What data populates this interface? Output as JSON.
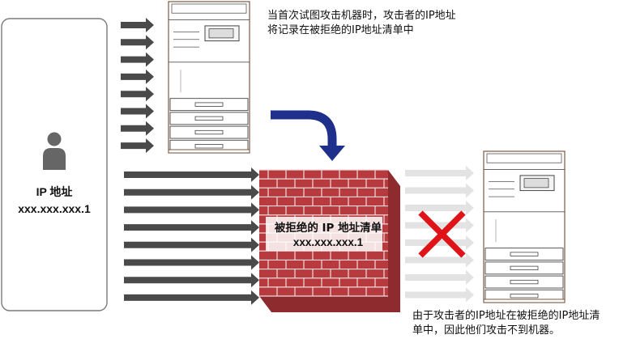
{
  "user_box": {
    "ip_label": "IP 地址",
    "ip_value": "xxx.xxx.xxx.1"
  },
  "captions": {
    "top_lines": [
      "当首次试图攻击机器时，攻击者的IP地址",
      "将记录在被拒绝的IP地址清单中"
    ],
    "bottom_lines": [
      "由于攻击者的IP地址在被拒绝的IP地址清",
      "单中，因此他们攻击不到机器。"
    ]
  },
  "firewall": {
    "list_title": "被拒绝的 IP 地址清单",
    "list_ip": "xxx.xxx.xxx.1"
  },
  "colors": {
    "arrow_dark": "#4a4a4a",
    "arrow_faded": "#e3e3e3",
    "brick": "#b73a3e",
    "brick_top": "#8e2b2f",
    "mortar": "#f0dada",
    "curved_arrow": "#1f2f8c",
    "block_x": "#e01418",
    "person": "#666666",
    "machine_outline": "#7a5a42"
  },
  "icons": {
    "person": "person-icon",
    "machine": "multifunction-printer-icon",
    "wall": "brick-wall-icon",
    "block": "red-x-icon",
    "redirect": "curved-arrow-icon"
  }
}
